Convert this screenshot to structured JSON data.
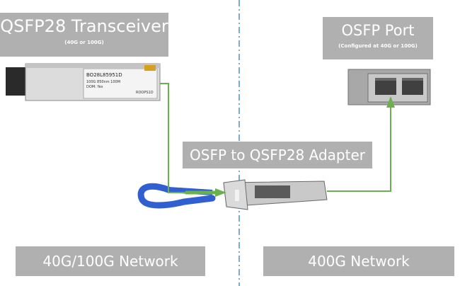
{
  "qsfp_box": {
    "title": "QSFP28 Transceiver",
    "subtitle": "(40G or 100G)"
  },
  "osfp_box": {
    "title": "OSFP Port",
    "subtitle": "(Configured at 40G or 100G)"
  },
  "adapter_box": {
    "title": "OSFP to QSFP28 Adapter"
  },
  "network_left": {
    "label": "40G/100G Network"
  },
  "network_right": {
    "label": "400G Network"
  },
  "transceiver_label": {
    "line1": "BO28L85951D",
    "line2": "100G  850nm 100M",
    "line3": "DOM: Yes",
    "line4": "ROOPS1D"
  },
  "colors": {
    "box": "#b0b0b0",
    "arrow": "#6ab04c",
    "divider": "#4a90c8",
    "cable": "#2f5fd0"
  }
}
